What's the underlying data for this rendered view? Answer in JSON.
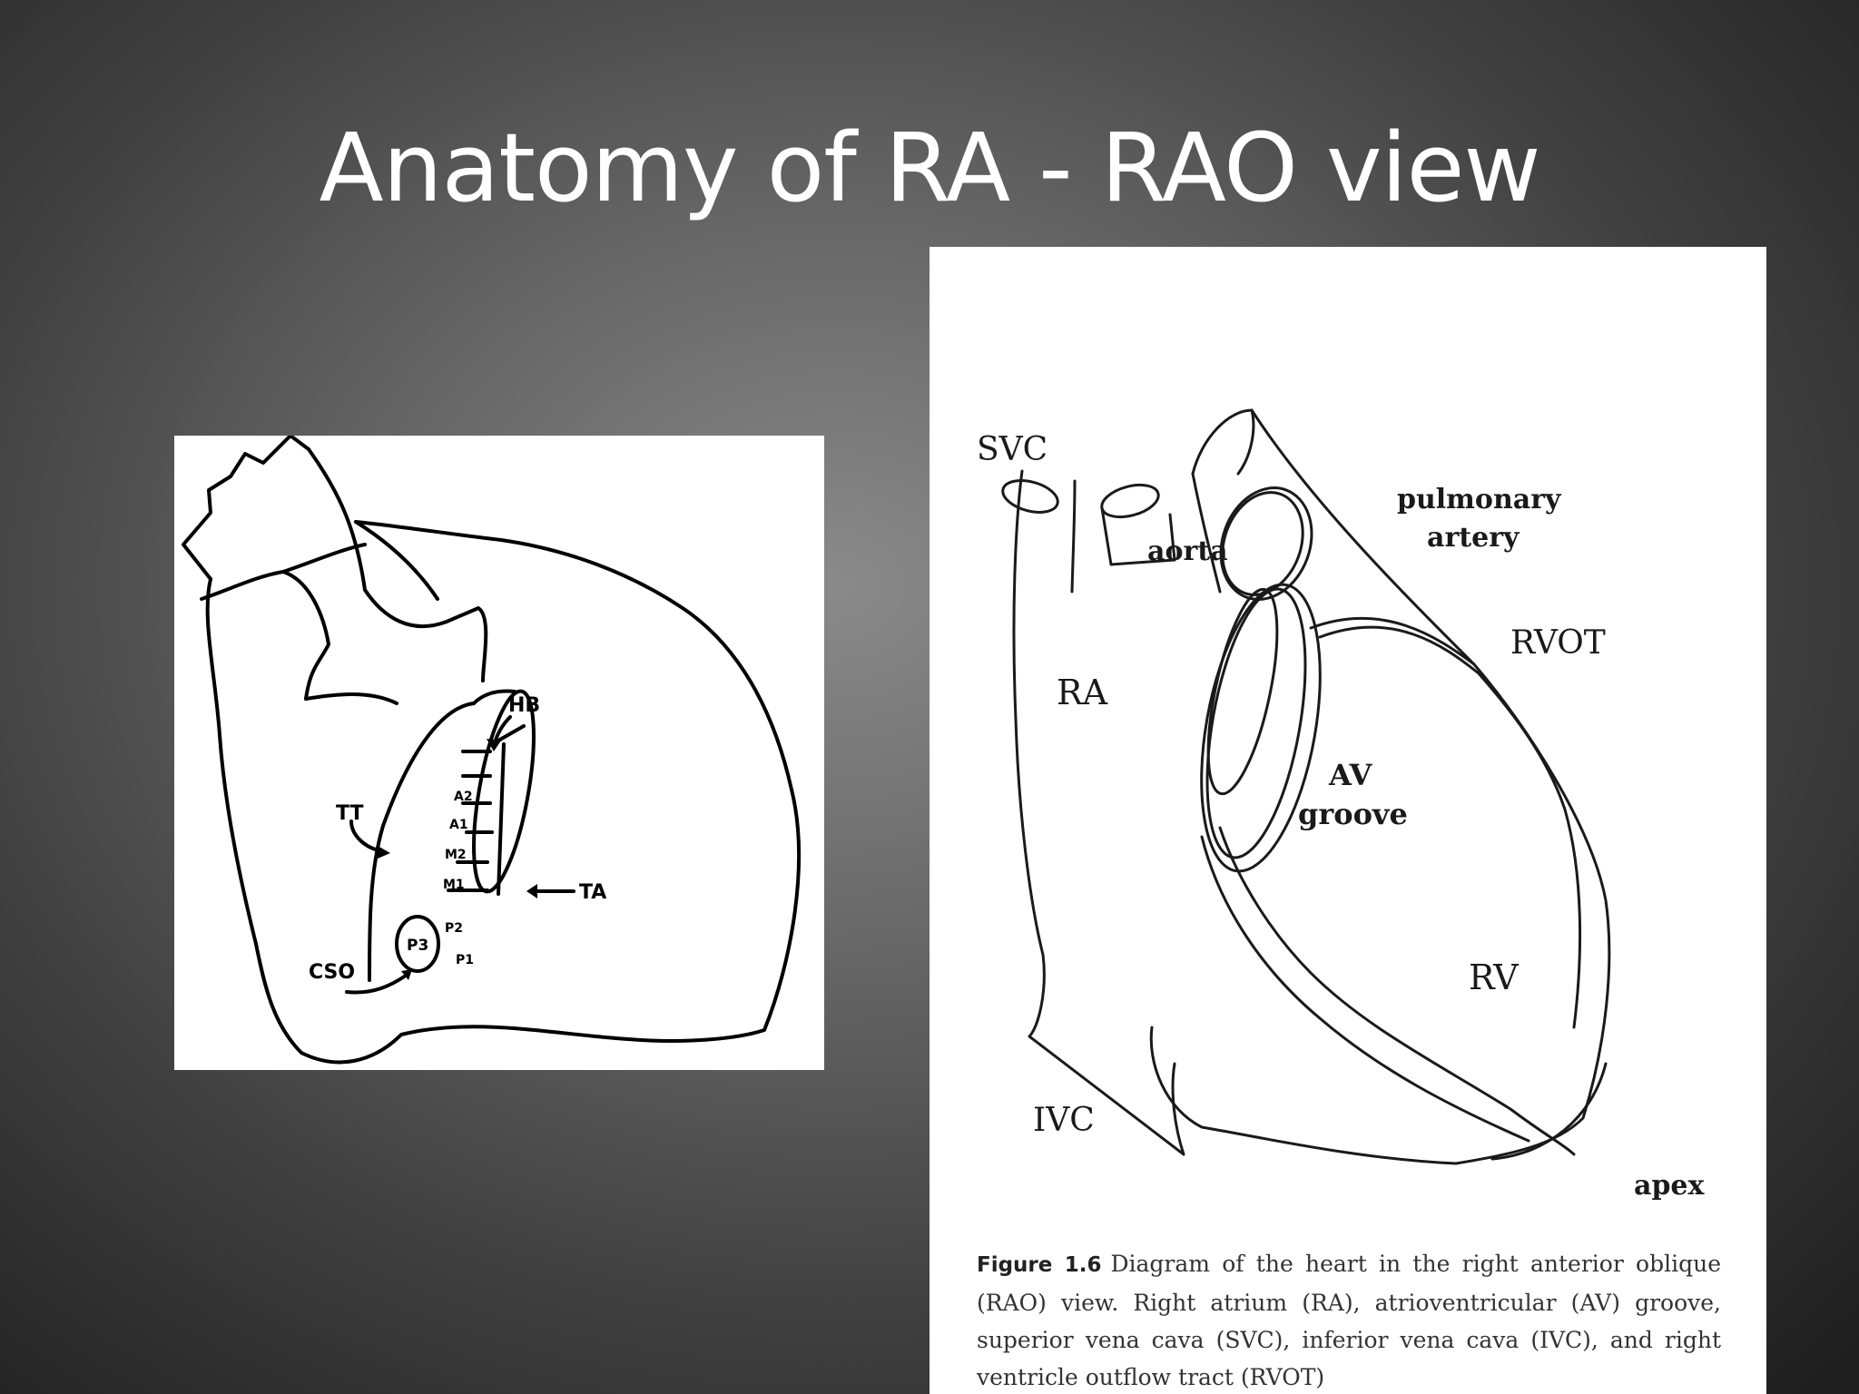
{
  "slide": {
    "title": "Anatomy of RA - RAO view"
  },
  "left_diagram": {
    "labels": {
      "hb": "HB",
      "tt": "TT",
      "ta": "TA",
      "cso": "CSO",
      "p3": "P3",
      "a2": "A2",
      "a1": "A1",
      "m2": "M2",
      "m1": "M1",
      "p2": "P2",
      "p1": "P1"
    }
  },
  "right_diagram": {
    "labels": {
      "svc": "SVC",
      "aorta": "aorta",
      "pulmonary": "pulmonary",
      "artery": "artery",
      "rvot": "RVOT",
      "ra": "RA",
      "av": "AV",
      "groove": "groove",
      "rv": "RV",
      "ivc": "IVC",
      "apex": "apex"
    },
    "caption": {
      "label": "Figure 1.6",
      "text": "Diagram of the heart in the right anterior oblique (RAO) view. Right atrium (RA), atrioventricular (AV) groove, superior vena cava (SVC), inferior vena cava (IVC), and right ventricle outflow tract (RVOT)"
    }
  }
}
